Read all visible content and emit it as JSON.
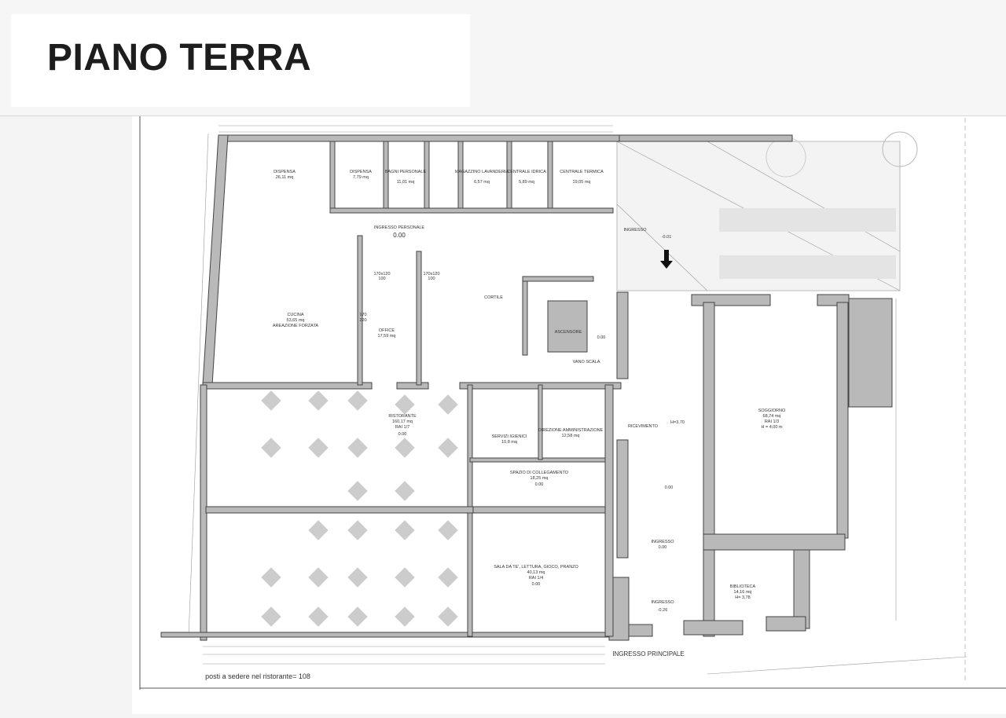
{
  "header": {
    "title": "PIANO TERRA"
  },
  "plan": {
    "rooms": [
      {
        "name": "DISPENSA",
        "area": "26,11 mq"
      },
      {
        "name": "DISPENSA",
        "area": "7,79 mq"
      },
      {
        "name": "BAGNI PERSONALE",
        "area": "11,01 mq"
      },
      {
        "name": "MAGAZZINO LAVANDERIA",
        "area": "6,57 mq"
      },
      {
        "name": "CENTRALE IDRICA",
        "area": "5,89 mq"
      },
      {
        "name": "CENTRALE TERMICA",
        "area": "19,05 mq"
      },
      {
        "name": "INGRESSO PERSONALE",
        "level": "0.00"
      },
      {
        "name": "CUCINA",
        "area": "53,65 mq",
        "note": "AREAZIONE FORZATA"
      },
      {
        "name": "OFFICE",
        "area": "17,59 mq"
      },
      {
        "name": "CORTILE"
      },
      {
        "name": "ASCENSORE"
      },
      {
        "name": "VANO SCALA",
        "level": "0.00"
      },
      {
        "name": "INGRESSO",
        "level": "-0.01"
      },
      {
        "name": "RISTORANTE",
        "area": "160,17 mq",
        "rai": "RAI 1/7",
        "level": "0.00"
      },
      {
        "name": "SERVIZI IGIENICI",
        "area": "10,8 mq"
      },
      {
        "name": "DIREZIONE AMMINISTRAZIONE",
        "area": "12,58 mq"
      },
      {
        "name": "RICEVIMENTO",
        "height": "H=3,70"
      },
      {
        "name": "SPAZIO DI COLLEGAMENTO",
        "area": "18,25 mq",
        "level": "0.00"
      },
      {
        "name": "SOGGIORNO",
        "area": "68,74 mq",
        "rai": "RAI 1/3",
        "height": "H = 4,00 m"
      },
      {
        "name": "INGRESSO",
        "level": "0.00"
      },
      {
        "name": "SALA DA TE', LETTURA, GIOCO, PRANZO",
        "area": "40,13 mq",
        "rai": "RAI 1/4",
        "level": "0.00"
      },
      {
        "name": "INGRESSO",
        "level": "-0.26"
      },
      {
        "name": "BIBLIOTECA",
        "area": "14,16 mq",
        "height": "H= 3,78"
      }
    ],
    "main_entrance": "INGRESSO PRINCIPALE",
    "level_0": "0.00",
    "windows": {
      "a": "170x120",
      "b": "100",
      "door": "170",
      "door_h": "220"
    },
    "seating_note": "posti a sedere nel ristorante= 108"
  }
}
